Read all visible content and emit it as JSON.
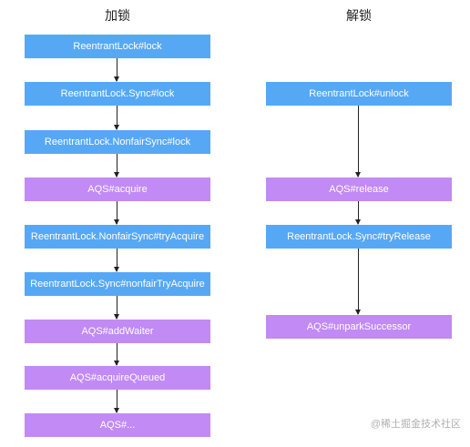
{
  "left_column": {
    "title": "加锁",
    "nodes": [
      {
        "label": "ReentrantLock#lock",
        "color": "#56a8f5"
      },
      {
        "label": "ReentrantLock.Sync#lock",
        "color": "#56a8f5"
      },
      {
        "label": "ReentrantLock.NonfairSync#lock",
        "color": "#56a8f5"
      },
      {
        "label": "AQS#acquire",
        "color": "#c18af4"
      },
      {
        "label": "ReentrantLock.NonfairSync#tryAcquire",
        "color": "#56a8f5"
      },
      {
        "label": "ReentrantLock.Sync#nonfairTryAcquire",
        "color": "#56a8f5"
      },
      {
        "label": "AQS#addWaiter",
        "color": "#c18af4"
      },
      {
        "label": "AQS#acquireQueued",
        "color": "#c18af4"
      },
      {
        "label": "AQS#...",
        "color": "#c18af4"
      }
    ]
  },
  "right_column": {
    "title": "解锁",
    "nodes": [
      {
        "label": "ReentrantLock#unlock",
        "color": "#56a8f5"
      },
      {
        "label": "AQS#release",
        "color": "#c18af4"
      },
      {
        "label": "ReentrantLock.Sync#tryRelease",
        "color": "#56a8f5"
      },
      {
        "label": "AQS#unparkSuccessor",
        "color": "#c18af4"
      }
    ]
  },
  "watermark": "@稀土掘金技术社区"
}
